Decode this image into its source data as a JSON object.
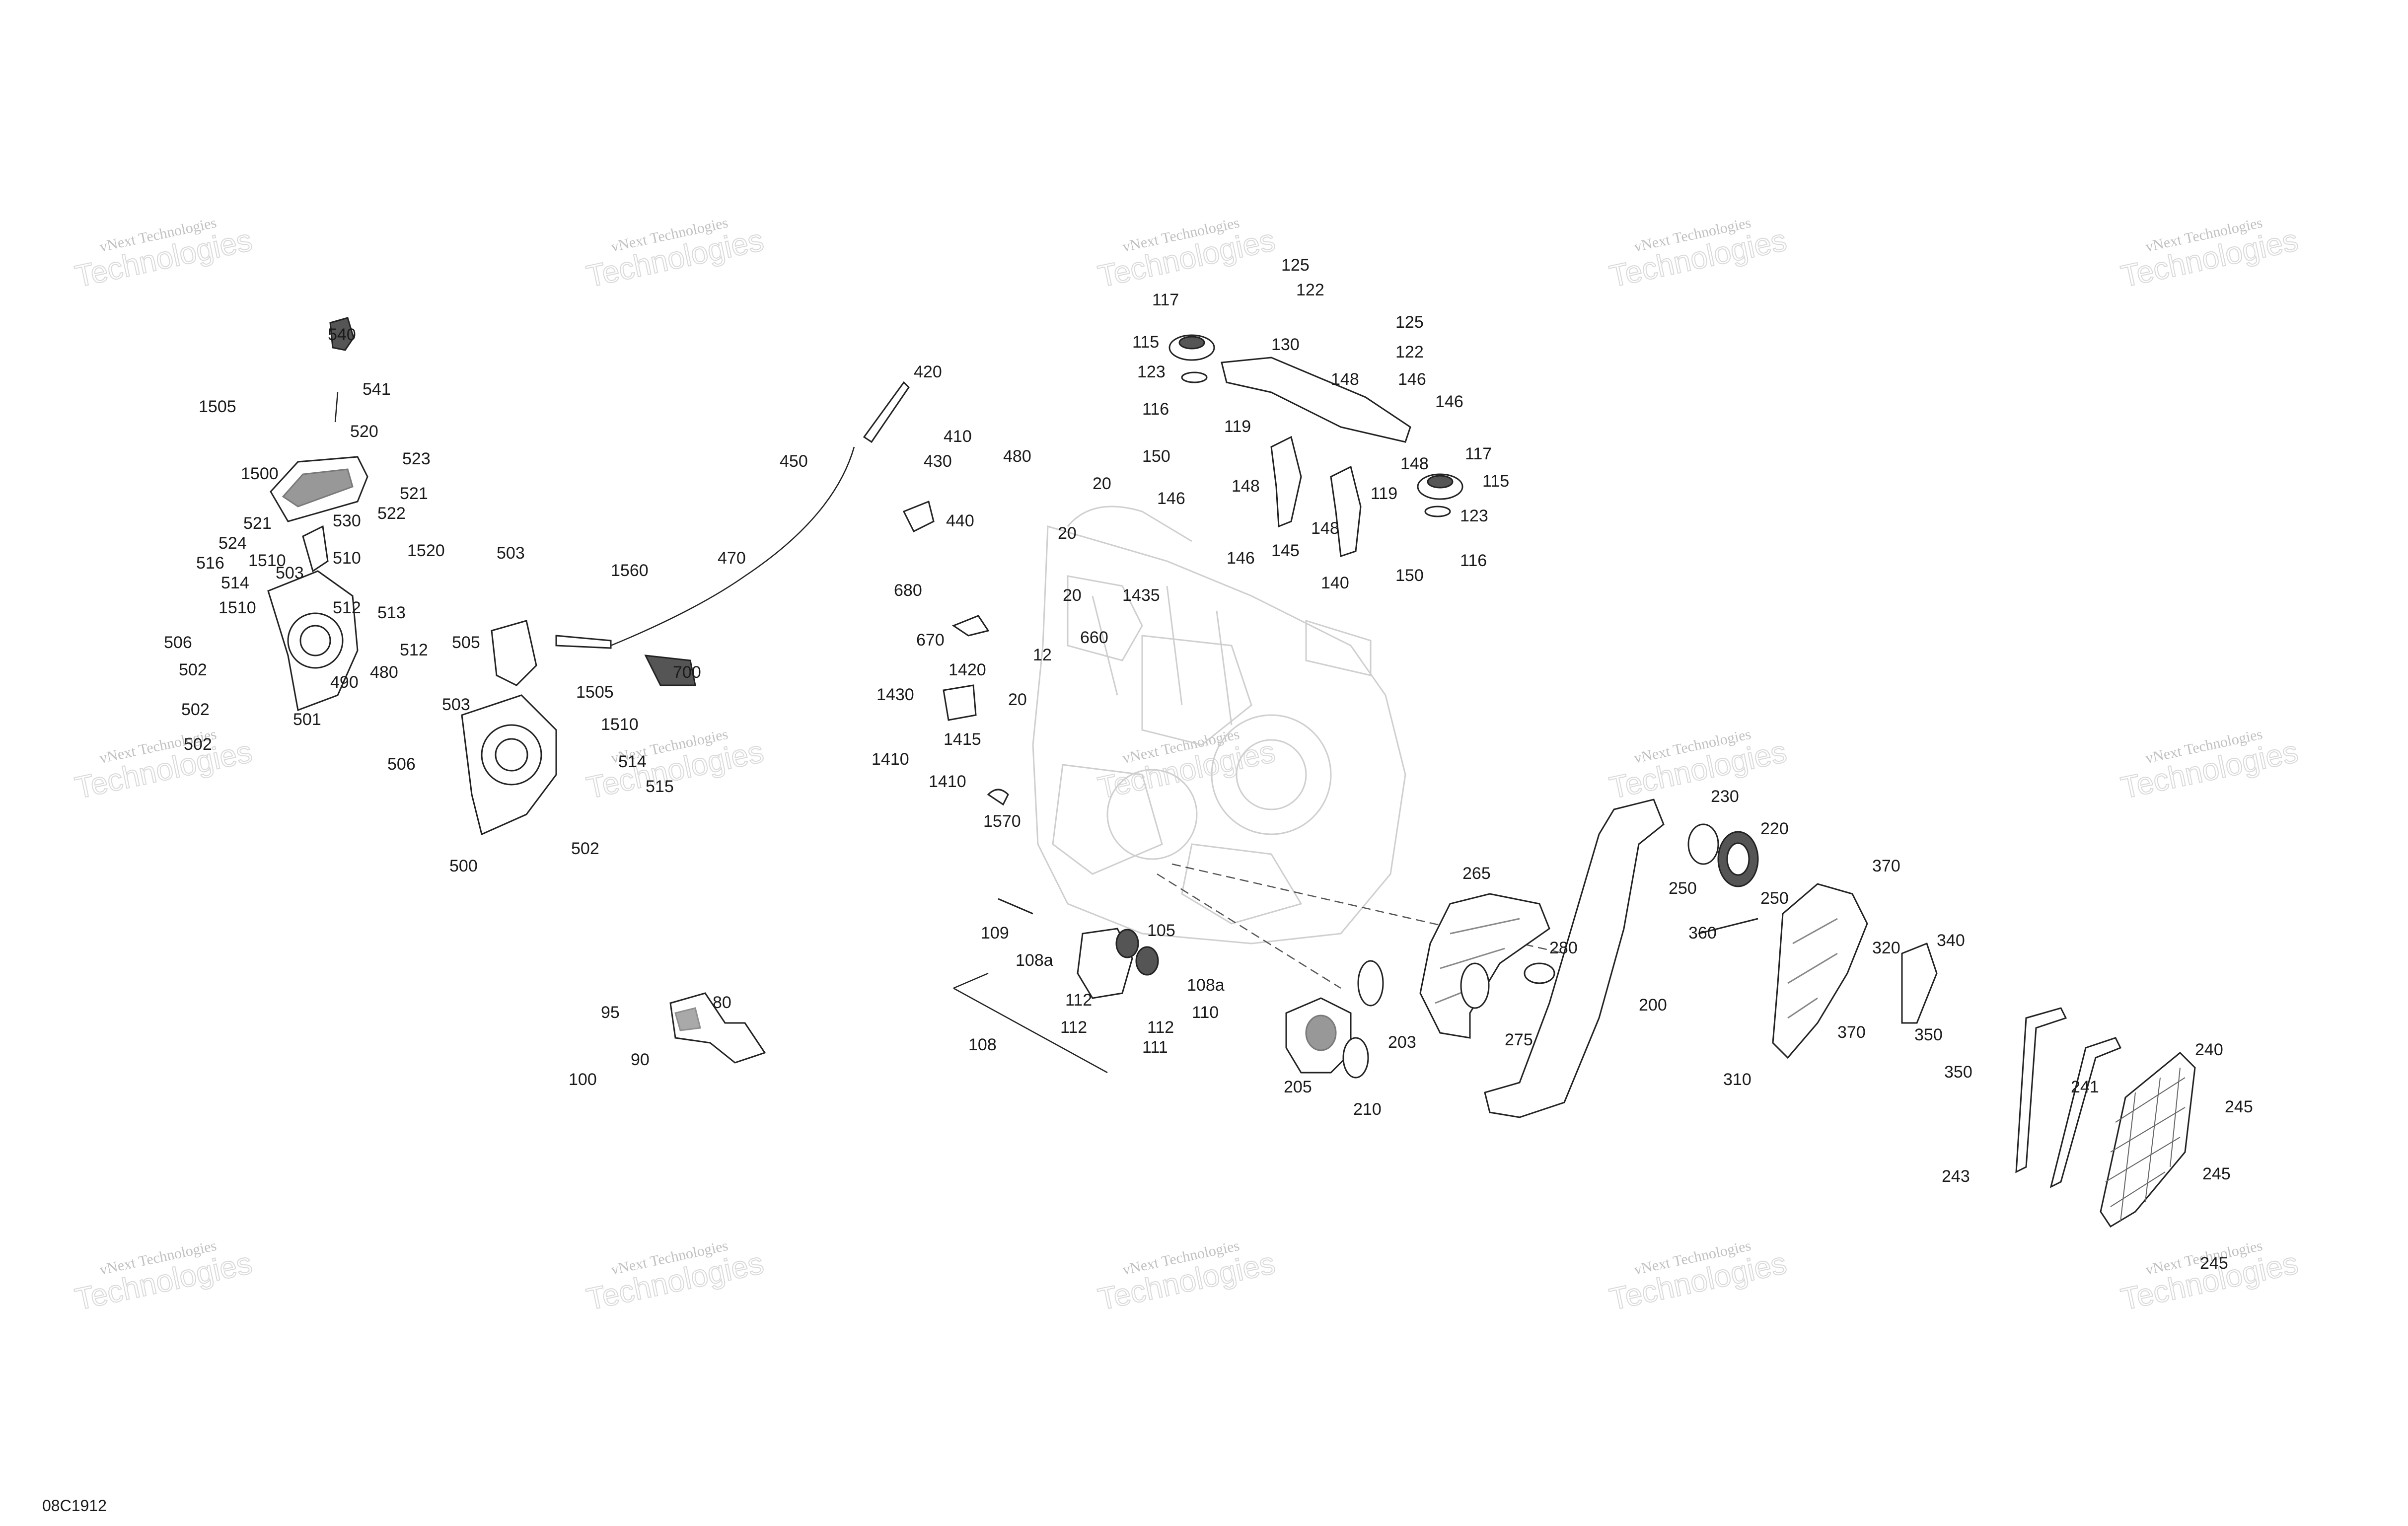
{
  "diagram_code": "08C1912",
  "watermark": {
    "line1": "vNext Technologies",
    "line2": "Technologies"
  },
  "callouts": [
    "540",
    "541",
    "520",
    "1505",
    "1500",
    "523",
    "521",
    "522",
    "530",
    "521",
    "524",
    "1510",
    "516",
    "514",
    "503",
    "510",
    "1520",
    "512",
    "513",
    "1510",
    "506",
    "502",
    "502",
    "502",
    "512",
    "490",
    "480",
    "501",
    "503",
    "505",
    "1560",
    "503",
    "506",
    "500",
    "1505",
    "1510",
    "514",
    "515",
    "502",
    "700",
    "470",
    "450",
    "420",
    "410",
    "430",
    "480",
    "440",
    "680",
    "670",
    "1435",
    "660",
    "20",
    "12",
    "1420",
    "20",
    "1430",
    "1415",
    "1410",
    "1410",
    "1570",
    "20",
    "20",
    "117",
    "125",
    "122",
    "115",
    "130",
    "123",
    "116",
    "125",
    "122",
    "148",
    "146",
    "146",
    "119",
    "150",
    "148",
    "117",
    "146",
    "148",
    "145",
    "148",
    "119",
    "146",
    "140",
    "150",
    "115",
    "123",
    "116",
    "109",
    "108a",
    "105",
    "108a",
    "112",
    "112",
    "112",
    "111",
    "110",
    "108",
    "95",
    "90",
    "80",
    "100",
    "265",
    "230",
    "220",
    "250",
    "250",
    "370",
    "360",
    "280",
    "200",
    "203",
    "275",
    "205",
    "210",
    "320",
    "370",
    "310",
    "340",
    "350",
    "350",
    "240",
    "241",
    "243",
    "245",
    "245",
    "245"
  ]
}
